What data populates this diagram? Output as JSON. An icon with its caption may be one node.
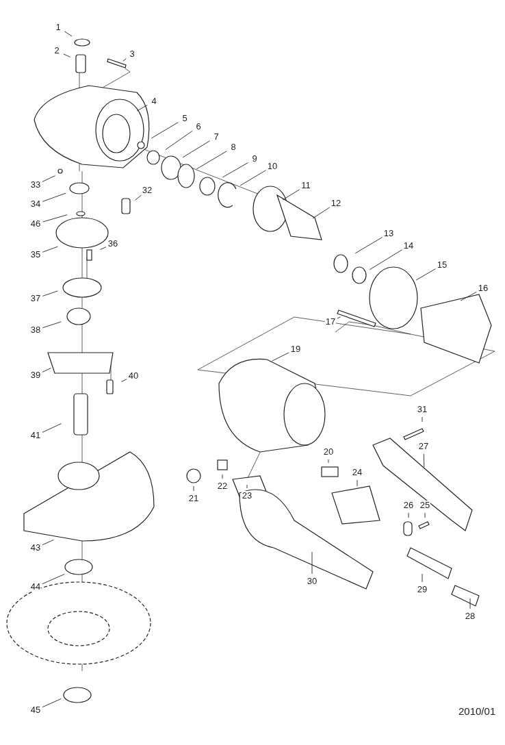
{
  "diagram": {
    "nodes": [
      {
        "text": [
          "1"
        ]
      },
      {
        "text": [
          "2"
        ]
      },
      {
        "text": [
          "3"
        ]
      },
      {
        "text": [
          "4"
        ]
      },
      {
        "text": [
          "5"
        ]
      },
      {
        "text": [
          "6"
        ]
      },
      {
        "text": [
          "7"
        ]
      },
      {
        "text": [
          "8"
        ]
      },
      {
        "text": [
          "9"
        ]
      },
      {
        "text": [
          "10"
        ]
      },
      {
        "text": [
          "11"
        ]
      },
      {
        "text": [
          "12"
        ]
      },
      {
        "text": [
          "13"
        ]
      },
      {
        "text": [
          "14"
        ]
      },
      {
        "text": [
          "15"
        ]
      },
      {
        "text": [
          "16"
        ]
      },
      {
        "text": [
          "17"
        ]
      },
      {
        "text": [
          "19"
        ]
      },
      {
        "text": [
          "20"
        ]
      },
      {
        "text": [
          "21"
        ]
      },
      {
        "text": [
          "22"
        ]
      },
      {
        "text": [
          "23"
        ]
      },
      {
        "text": [
          "24"
        ]
      },
      {
        "text": [
          "25"
        ]
      },
      {
        "text": [
          "26"
        ]
      },
      {
        "text": [
          "27"
        ]
      },
      {
        "text": [
          "28"
        ]
      },
      {
        "text": [
          "29"
        ]
      },
      {
        "text": [
          "30"
        ]
      },
      {
        "text": [
          "31"
        ]
      },
      {
        "text": [
          "32"
        ]
      },
      {
        "text": [
          "33"
        ]
      },
      {
        "text": [
          "34"
        ]
      },
      {
        "text": [
          "35"
        ]
      },
      {
        "text": [
          "36"
        ]
      },
      {
        "text": [
          "37"
        ]
      },
      {
        "text": [
          "38"
        ]
      },
      {
        "text": [
          "39"
        ]
      },
      {
        "text": [
          "40"
        ]
      },
      {
        "text": [
          "41"
        ]
      },
      {
        "text": [
          "43"
        ]
      },
      {
        "text": [
          "44"
        ]
      },
      {
        "text": [
          "45"
        ]
      },
      {
        "text": [
          "46"
        ]
      }
    ],
    "edges": [
      {
        "from": 0,
        "to": null,
        "arrow": "none"
      },
      {
        "from": 1,
        "to": null,
        "arrow": "none"
      },
      {
        "from": 2,
        "to": null,
        "arrow": "none"
      },
      {
        "from": 3,
        "to": null,
        "arrow": "none"
      },
      {
        "from": 4,
        "to": null,
        "arrow": "none"
      },
      {
        "from": 5,
        "to": null,
        "arrow": "none"
      },
      {
        "from": 6,
        "to": null,
        "arrow": "none"
      },
      {
        "from": 7,
        "to": null,
        "arrow": "none"
      },
      {
        "from": 8,
        "to": null,
        "arrow": "none"
      },
      {
        "from": 9,
        "to": null,
        "arrow": "none"
      },
      {
        "from": 10,
        "to": null,
        "arrow": "none"
      },
      {
        "from": 11,
        "to": null,
        "arrow": "none"
      },
      {
        "from": 12,
        "to": null,
        "arrow": "none"
      },
      {
        "from": 13,
        "to": null,
        "arrow": "none"
      },
      {
        "from": 14,
        "to": null,
        "arrow": "none"
      },
      {
        "from": 15,
        "to": null,
        "arrow": "none"
      },
      {
        "from": 16,
        "to": null,
        "arrow": "none"
      },
      {
        "from": 17,
        "to": null,
        "arrow": "none"
      },
      {
        "from": 18,
        "to": null,
        "arrow": "none"
      },
      {
        "from": 19,
        "to": null,
        "arrow": "none"
      },
      {
        "from": 20,
        "to": null,
        "arrow": "none"
      },
      {
        "from": 21,
        "to": null,
        "arrow": "none"
      },
      {
        "from": 22,
        "to": null,
        "arrow": "none"
      },
      {
        "from": 23,
        "to": null,
        "arrow": "none"
      },
      {
        "from": 24,
        "to": null,
        "arrow": "none"
      },
      {
        "from": 25,
        "to": null,
        "arrow": "none"
      },
      {
        "from": 26,
        "to": null,
        "arrow": "none"
      },
      {
        "from": 27,
        "to": null,
        "arrow": "none"
      },
      {
        "from": 28,
        "to": null,
        "arrow": "none"
      },
      {
        "from": 29,
        "to": null,
        "arrow": "none"
      },
      {
        "from": 30,
        "to": null,
        "arrow": "none"
      },
      {
        "from": 31,
        "to": null,
        "arrow": "none"
      },
      {
        "from": 32,
        "to": null,
        "arrow": "none"
      },
      {
        "from": 33,
        "to": null,
        "arrow": "none"
      },
      {
        "from": 34,
        "to": null,
        "arrow": "none"
      },
      {
        "from": 35,
        "to": null,
        "arrow": "none"
      },
      {
        "from": 36,
        "to": null,
        "arrow": "none"
      },
      {
        "from": 37,
        "to": null,
        "arrow": "none"
      },
      {
        "from": 38,
        "to": null,
        "arrow": "none"
      },
      {
        "from": 39,
        "to": null,
        "arrow": "none"
      },
      {
        "from": 40,
        "to": null,
        "arrow": "none"
      },
      {
        "from": 41,
        "to": null,
        "arrow": "none"
      },
      {
        "from": 42,
        "to": null,
        "arrow": "none"
      },
      {
        "from": 43,
        "to": null,
        "arrow": "none"
      }
    ],
    "labels": [
      "2010/01"
    ]
  }
}
